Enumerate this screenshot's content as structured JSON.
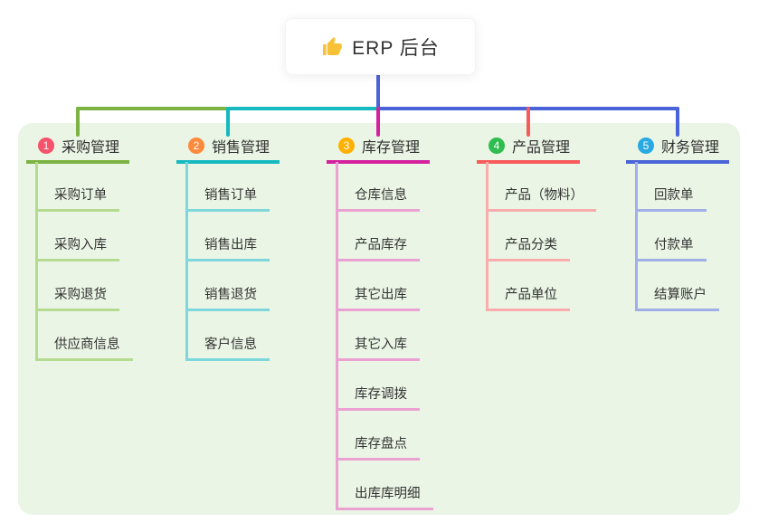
{
  "root": {
    "label": "ERP 后台",
    "icon": "thumbs-up-icon",
    "icon_color": "#F7C237"
  },
  "panel_background": "#EAF5E5",
  "text_color": "#333333",
  "trunk_color": "#4A63D8",
  "branches": [
    {
      "number": "1",
      "title": "采购管理",
      "badge_color": "#F4536B",
      "line_color": "#7CB342",
      "child_line_color": "#B5DB90",
      "children": [
        "采购订单",
        "采购入库",
        "采购退货",
        "供应商信息"
      ]
    },
    {
      "number": "2",
      "title": "销售管理",
      "badge_color": "#FF8A3C",
      "line_color": "#16B9C0",
      "child_line_color": "#7ED8DB",
      "children": [
        "销售订单",
        "销售出库",
        "销售退货",
        "客户信息"
      ]
    },
    {
      "number": "3",
      "title": "库存管理",
      "badge_color": "#FFB100",
      "line_color": "#D4219E",
      "child_line_color": "#EBA2D2",
      "children": [
        "仓库信息",
        "产品库存",
        "其它出库",
        "其它入库",
        "库存调拨",
        "库存盘点",
        "出库库明细"
      ]
    },
    {
      "number": "4",
      "title": "产品管理",
      "badge_color": "#2EBD4E",
      "line_color": "#F75B5C",
      "child_line_color": "#FBACAD",
      "children": [
        "产品（物料）",
        "产品分类",
        "产品单位"
      ]
    },
    {
      "number": "5",
      "title": "财务管理",
      "badge_color": "#29A9E1",
      "line_color": "#4A63D8",
      "child_line_color": "#9FB0E8",
      "children": [
        "回款单",
        "付款单",
        "结算账户"
      ]
    }
  ]
}
